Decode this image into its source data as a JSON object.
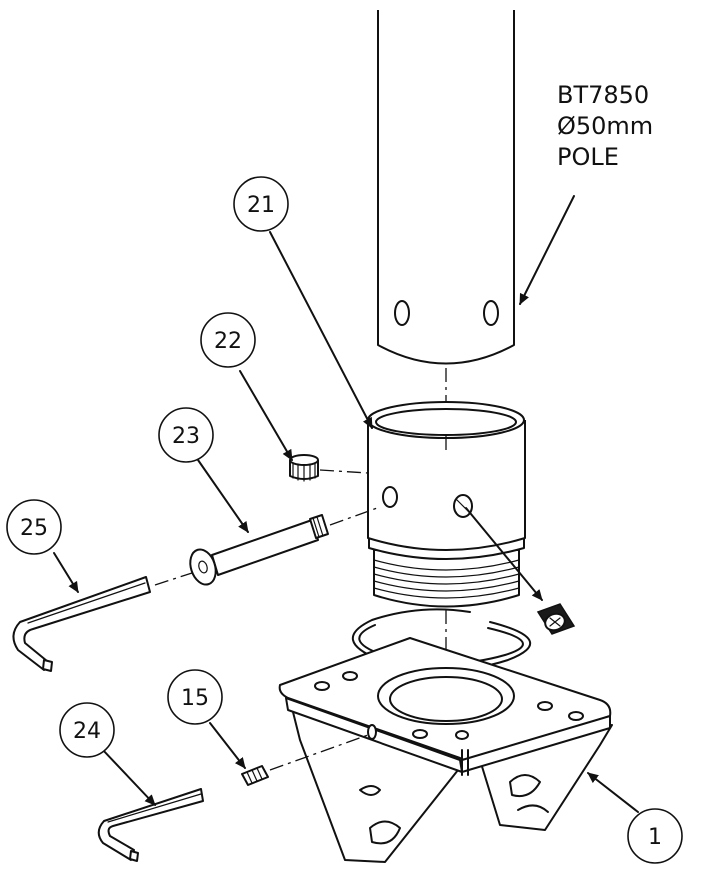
{
  "pole_label": {
    "line1": "BT7850",
    "line2": "Ø50mm",
    "line3": "POLE"
  },
  "callouts": [
    "21",
    "22",
    "23",
    "25",
    "15",
    "24",
    "1"
  ]
}
